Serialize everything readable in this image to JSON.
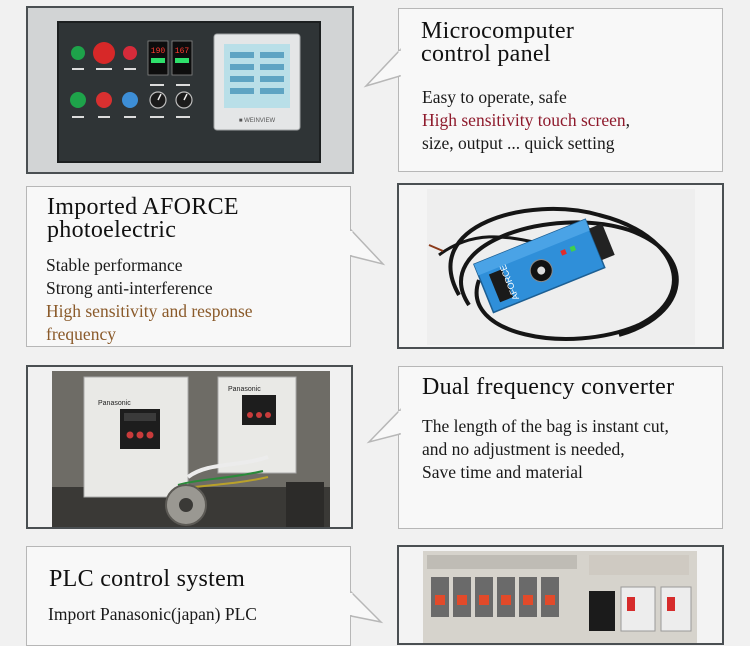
{
  "sections": [
    {
      "title": [
        "Microcomputer",
        "control panel"
      ],
      "lines": [
        {
          "text": "Easy to operate, safe",
          "tone": "normal"
        },
        {
          "text": "High sensitivity touch screen",
          "suffix": ",",
          "tone": "red"
        },
        {
          "text": "size, output ... quick setting",
          "tone": "normal"
        }
      ]
    },
    {
      "title": [
        "Imported AFORCE",
        "photoelectric"
      ],
      "lines": [
        {
          "text": "Stable performance",
          "tone": "normal"
        },
        {
          "text": "Strong anti-interference",
          "tone": "normal"
        },
        {
          "text": "High sensitivity and response",
          "tone": "brown"
        },
        {
          "text": "frequency",
          "tone": "brown"
        }
      ]
    },
    {
      "title": [
        "Dual frequency converter"
      ],
      "lines": [
        {
          "text": "The length of the bag is instant cut,",
          "tone": "normal"
        },
        {
          "text": "and no adjustment is needed,",
          "tone": "normal"
        },
        {
          "text": "Save time and material",
          "tone": "normal"
        }
      ]
    },
    {
      "title": [
        "PLC control system"
      ],
      "lines": [
        {
          "text": "Import Panasonic(japan) PLC",
          "tone": "normal"
        }
      ]
    }
  ],
  "panel": {
    "display1": "190",
    "display2": "167",
    "touch_brand": "■ WEINVIEW"
  },
  "sensor_label": "AFORCE",
  "inverter_brand": "Panasonic",
  "colors": {
    "frame": "#4a4f52",
    "bubble_border": "#b7b7b7",
    "red_text": "#8e1a2c",
    "brown_text": "#8a5a2a"
  }
}
